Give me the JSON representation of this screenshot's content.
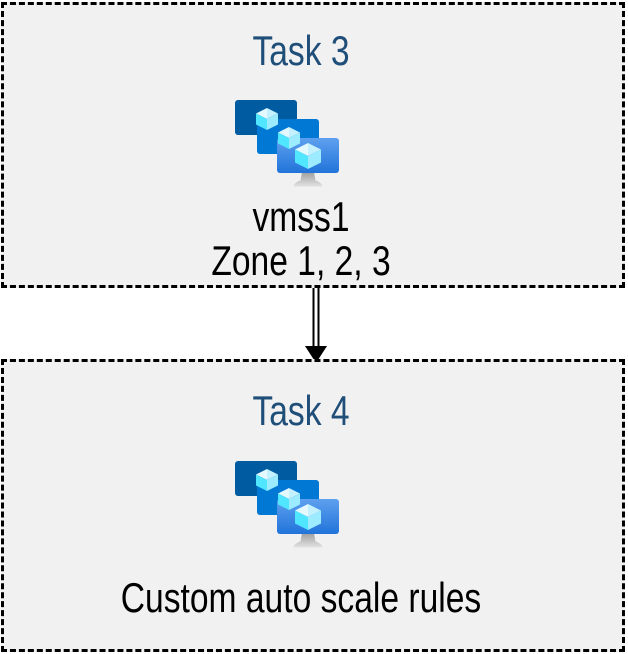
{
  "diagram": {
    "background": "#ffffff",
    "box_fill": "#f1f1f1",
    "box_border_color": "#000000",
    "title_color": "#1f4e79",
    "text_color": "#000000",
    "tasks": [
      {
        "title": "Task 3",
        "icon": "vm-scale-sets-icon",
        "label_lines": [
          "vmss1",
          "Zone 1, 2, 3"
        ]
      },
      {
        "title": "Task 4",
        "icon": "vm-scale-sets-icon",
        "label_lines": [
          "Custom auto scale rules"
        ]
      }
    ],
    "connector": {
      "type": "double-line-arrow",
      "direction": "down",
      "color": "#000000"
    },
    "icon_colors": {
      "screen_back": "#005ba1",
      "screen_middle": "#0078d4",
      "screen_front_top": "#5ea0ef",
      "screen_front_bottom": "#2174da",
      "cube_top_left": "#e3f9ff",
      "cube_top_right": "#c3f1ff",
      "cube_front_left": "#50e6ff",
      "cube_front_right": "#9cebff",
      "stand_top": "#9e9e9e",
      "stand_bottom": "#e2e2e2"
    }
  }
}
